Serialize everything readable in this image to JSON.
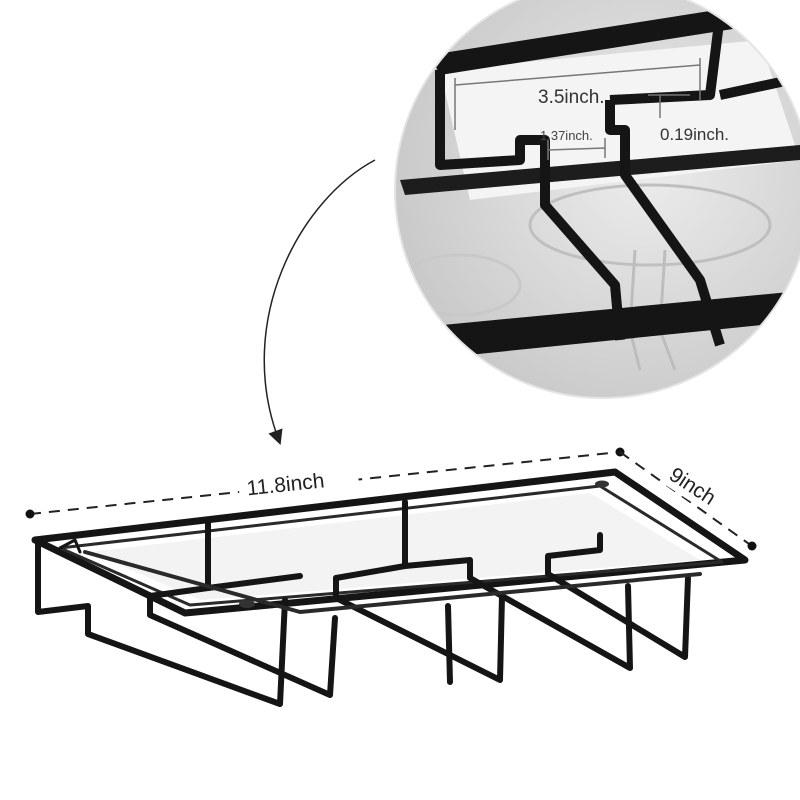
{
  "product": "under-cabinet wine glass rack",
  "colors": {
    "background": "#ffffff",
    "rack": "#151515",
    "inset_bg": "#d6d6d6",
    "dimension_line": "#222222"
  },
  "dimensions": {
    "width": "11.8inch",
    "depth": "9inch"
  },
  "inset": {
    "slot_spacing": "3.5inch.",
    "slot_width": "1.37inch.",
    "wire_thickness": "0.19inch."
  }
}
